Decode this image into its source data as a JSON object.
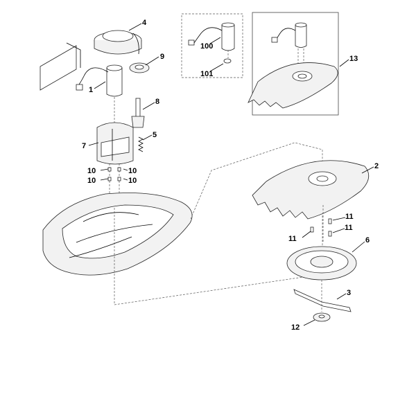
{
  "callouts": {
    "c1": "1",
    "c2": "2",
    "c3": "3",
    "c4": "4",
    "c5": "5",
    "c6": "6",
    "c7": "7",
    "c8": "8",
    "c9": "9",
    "c10a": "10",
    "c10b": "10",
    "c10c": "10",
    "c10d": "10",
    "c11a": "11",
    "c11b": "11",
    "c11c": "11",
    "c12": "12",
    "c13": "13",
    "c100": "100",
    "c101": "101"
  },
  "colors": {
    "line": "#000000",
    "part_fill": "#f2f2f2",
    "background": "#ffffff"
  }
}
